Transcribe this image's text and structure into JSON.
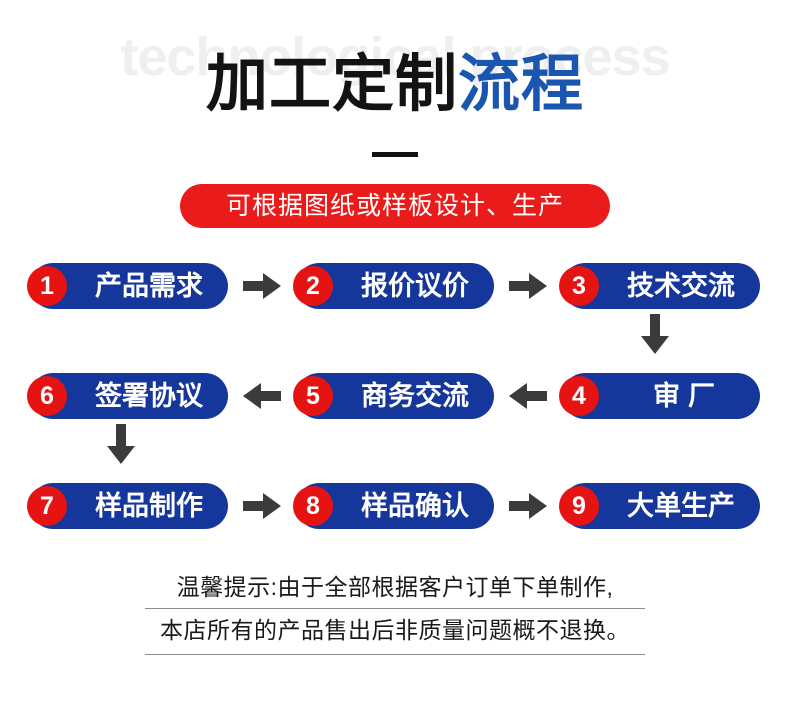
{
  "header": {
    "watermark": "technological process",
    "title_dark": "加工定制",
    "title_blue": "流程",
    "divider": "title-divider",
    "subbanner": "可根据图纸或样板设计、生产"
  },
  "colors": {
    "pill_blue": "#15369b",
    "badge_red": "#e61313",
    "banner_red": "#ea1b1b",
    "title_blue": "#1a56b0",
    "title_dark": "#131313",
    "arrow_gray": "#3b3b3b",
    "watermark_gray": "#efefef"
  },
  "flow": {
    "rows": [
      {
        "direction": "right",
        "arrow_icon": "arrow-right-icon",
        "steps": [
          {
            "number": "1",
            "label": "产品需求"
          },
          {
            "number": "2",
            "label": "报价议价"
          },
          {
            "number": "3",
            "label": "技术交流"
          }
        ]
      },
      {
        "direction": "left",
        "arrow_icon": "arrow-left-icon",
        "steps": [
          {
            "number": "6",
            "label": "签署协议"
          },
          {
            "number": "5",
            "label": "商务交流"
          },
          {
            "number": "4",
            "label": "审厂"
          }
        ]
      },
      {
        "direction": "right",
        "arrow_icon": "arrow-right-icon",
        "steps": [
          {
            "number": "7",
            "label": "样品制作"
          },
          {
            "number": "8",
            "label": "样品确认"
          },
          {
            "number": "9",
            "label": "大单生产"
          }
        ]
      }
    ],
    "connectors": [
      {
        "icon": "arrow-down-icon",
        "from_step": "3",
        "to_step": "4"
      },
      {
        "icon": "arrow-down-icon",
        "from_step": "6",
        "to_step": "7"
      }
    ]
  },
  "footer": {
    "line1": "温馨提示:由于全部根据客户订单下单制作,",
    "line2": "本店所有的产品售出后非质量问题概不退换。"
  }
}
